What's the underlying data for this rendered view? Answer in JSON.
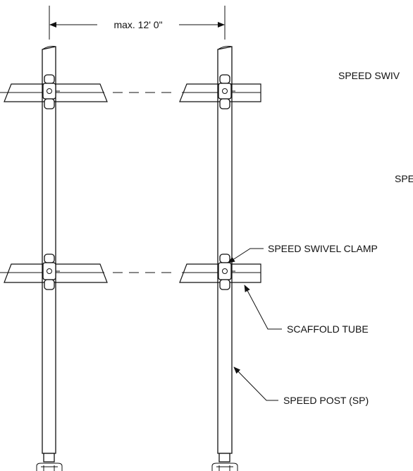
{
  "dimension": {
    "label": "max. 12' 0\""
  },
  "labels": {
    "top_right_clamp": "SPEED SWIV",
    "middle_right_partial": "SPE",
    "speed_swivel_clamp": "SPEED SWIVEL CLAMP",
    "scaffold_tube": "SCAFFOLD TUBE",
    "speed_post": "SPEED POST (SP)"
  }
}
